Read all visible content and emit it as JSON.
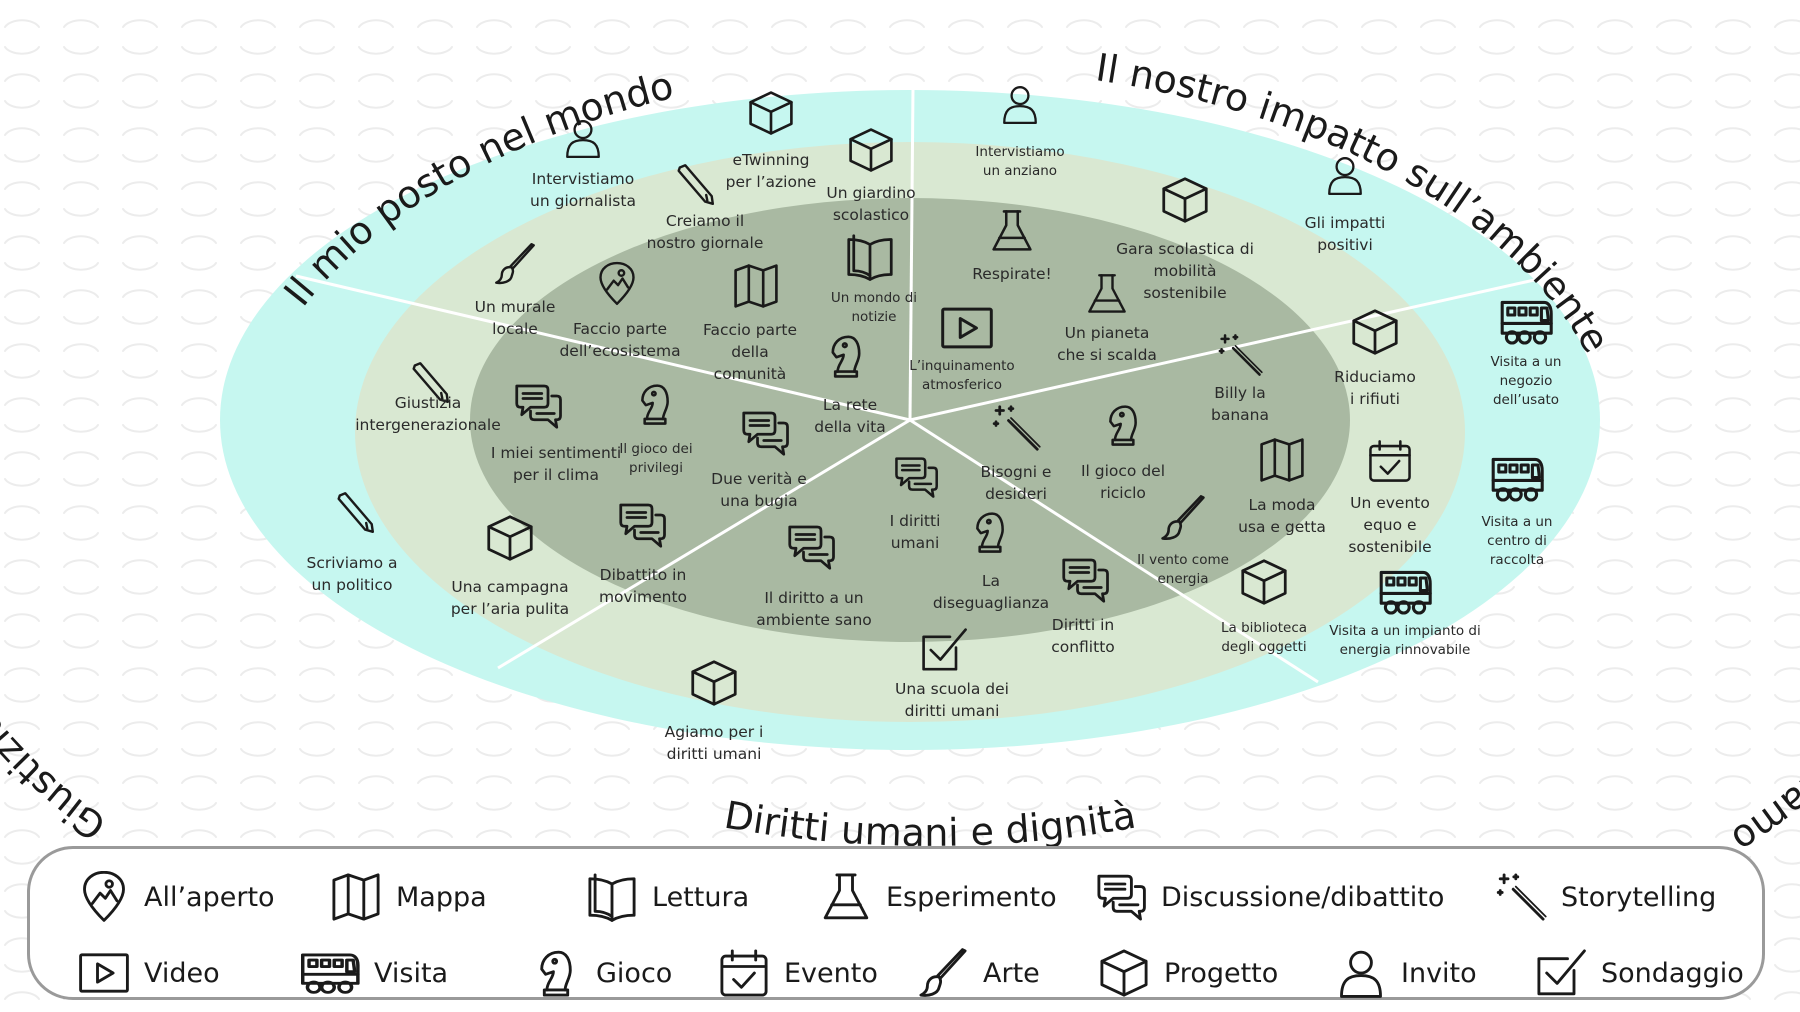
{
  "sections": [
    {
      "title": "Il mio posto nel mondo"
    },
    {
      "title": "Il nostro impatto sull’ambiente"
    },
    {
      "title": "Consumiamo e produciamo"
    },
    {
      "title": "Diritti umani e dignità"
    },
    {
      "title": "Giustizia climatica"
    }
  ],
  "activities": [
    {
      "lines": [
        "Intervistiamo",
        "un giornalista"
      ],
      "icon": "person-icon"
    },
    {
      "lines": [
        "eTwinning",
        "per l’azione"
      ],
      "icon": "cube-icon"
    },
    {
      "lines": [
        "Un giardino",
        "scolastico"
      ],
      "icon": "cube-icon"
    },
    {
      "lines": [
        "Creiamo il",
        "nostro giornale"
      ],
      "icon": "pencil-icon"
    },
    {
      "lines": [
        "Un murale",
        "locale"
      ],
      "icon": "brush-icon"
    },
    {
      "lines": [
        "Faccio parte",
        "dell’ecosistema"
      ],
      "icon": "location-pin-icon"
    },
    {
      "lines": [
        "Faccio parte",
        "della",
        "comunità"
      ],
      "icon": "map-icon"
    },
    {
      "lines": [
        "Un mondo di",
        "notizie"
      ],
      "icon": "book-icon"
    },
    {
      "lines": [
        "La rete",
        "della vita"
      ],
      "icon": "chess-knight-icon"
    },
    {
      "lines": [
        "Intervistiamo",
        "un anziano"
      ],
      "icon": "person-icon"
    },
    {
      "lines": [
        "Respirate!"
      ],
      "icon": "flask-icon"
    },
    {
      "lines": [
        "Gara scolastica di",
        "mobilità",
        "sostenibile"
      ],
      "icon": "cube-icon"
    },
    {
      "lines": [
        "Gli impatti",
        "positivi"
      ],
      "icon": "person-icon"
    },
    {
      "lines": [
        "Un pianeta",
        "che si scalda"
      ],
      "icon": "flask-icon"
    },
    {
      "lines": [
        "L’inquinamento",
        "atmosferico"
      ],
      "icon": "video-icon"
    },
    {
      "lines": [
        "Billy la",
        "banana"
      ],
      "icon": "magic-wand-icon"
    },
    {
      "lines": [
        "Riduciamo",
        "i rifiuti"
      ],
      "icon": "cube-icon"
    },
    {
      "lines": [
        "Visita a un",
        "negozio",
        "dell’usato"
      ],
      "icon": "bus-icon"
    },
    {
      "lines": [
        "Visita a un",
        "centro di",
        "raccolta"
      ],
      "icon": "bus-icon"
    },
    {
      "lines": [
        "Un evento",
        "equo e",
        "sostenibile"
      ],
      "icon": "calendar-icon"
    },
    {
      "lines": [
        "La moda",
        "usa e getta"
      ],
      "icon": "map-icon"
    },
    {
      "lines": [
        "Il gioco del",
        "riciclo"
      ],
      "icon": "chess-knight-icon"
    },
    {
      "lines": [
        "Il vento come",
        "energia"
      ],
      "icon": "brush-icon"
    },
    {
      "lines": [
        "La biblioteca",
        "degli oggetti"
      ],
      "icon": "cube-icon"
    },
    {
      "lines": [
        "Visita a un impianto di",
        "energia rinnovabile"
      ],
      "icon": "bus-icon"
    },
    {
      "lines": [
        "Bisogni e",
        "desideri"
      ],
      "icon": "magic-wand-icon"
    },
    {
      "lines": [
        "I diritti",
        "umani"
      ],
      "icon": "chat-icon"
    },
    {
      "lines": [
        "La",
        "diseguaglianza"
      ],
      "icon": "chess-knight-icon"
    },
    {
      "lines": [
        "Diritti in",
        "conflitto"
      ],
      "icon": "chat-icon"
    },
    {
      "lines": [
        "Una scuola dei",
        "diritti umani"
      ],
      "icon": "checkbox-icon"
    },
    {
      "lines": [
        "Il diritto a un",
        "ambiente sano"
      ],
      "icon": "chat-icon"
    },
    {
      "lines": [
        "Agiamo per i",
        "diritti umani"
      ],
      "icon": "cube-icon"
    },
    {
      "lines": [
        "Dibattito in",
        "movimento"
      ],
      "icon": "chat-icon"
    },
    {
      "lines": [
        "Due verità e",
        "una bugia"
      ],
      "icon": "chat-icon"
    },
    {
      "lines": [
        "Il gioco dei",
        "privilegi"
      ],
      "icon": "chess-knight-icon"
    },
    {
      "lines": [
        "I miei sentimenti",
        "per il clima"
      ],
      "icon": "chat-icon"
    },
    {
      "lines": [
        "Giustizia",
        "intergenerazionale"
      ],
      "icon": "pencil-icon"
    },
    {
      "lines": [
        "Scriviamo a",
        "un politico"
      ],
      "icon": "pencil-icon"
    },
    {
      "lines": [
        "Una campagna",
        "per l’aria pulita"
      ],
      "icon": "cube-icon"
    }
  ],
  "legend": [
    {
      "label": "All’aperto",
      "icon": "location-pin-icon"
    },
    {
      "label": "Mappa",
      "icon": "map-icon"
    },
    {
      "label": "Lettura",
      "icon": "book-icon"
    },
    {
      "label": "Esperimento",
      "icon": "flask-icon"
    },
    {
      "label": "Discussione/dibattito",
      "icon": "chat-icon"
    },
    {
      "label": "Storytelling",
      "icon": "magic-wand-icon"
    },
    {
      "label": "Video",
      "icon": "video-icon"
    },
    {
      "label": "Visita",
      "icon": "bus-icon"
    },
    {
      "label": "Gioco",
      "icon": "chess-knight-icon"
    },
    {
      "label": "Evento",
      "icon": "calendar-icon"
    },
    {
      "label": "Arte",
      "icon": "brush-icon"
    },
    {
      "label": "Progetto",
      "icon": "cube-icon"
    },
    {
      "label": "Invito",
      "icon": "person-icon"
    },
    {
      "label": "Sondaggio",
      "icon": "checkbox-icon"
    }
  ],
  "colors": {
    "outer_ring": "#c6f7f0",
    "middle_ring": "#d9e8d2",
    "inner_ring": "#a9b9a2",
    "divider": "#ffffff",
    "text": "#1a1a1a",
    "legend_border": "#9a9a9a"
  }
}
